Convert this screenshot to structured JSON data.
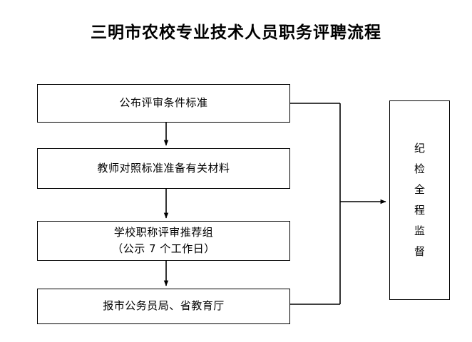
{
  "diagram": {
    "title": "三明市农校专业技术人员职务评聘流程",
    "colors": {
      "stroke": "#000000",
      "fill": "#ffffff",
      "text": "#000000"
    },
    "nodes": [
      {
        "id": "step-1",
        "lines": [
          "公布评审条件标准"
        ]
      },
      {
        "id": "step-2",
        "lines": [
          "教师对照标准准备有关材料"
        ]
      },
      {
        "id": "step-3",
        "lines": [
          "学校职称评审推荐组",
          "（公示 7 个工作日）"
        ]
      },
      {
        "id": "step-4",
        "lines": [
          "报市公务员局、省教育厅"
        ]
      }
    ],
    "side_node": {
      "id": "supervision",
      "text": "纪检全程监督",
      "orientation": "vertical",
      "chars": [
        "纪",
        "检",
        "全",
        "程",
        "监",
        "督"
      ]
    },
    "connectors": [
      {
        "from": "step-1",
        "to": "step-2",
        "type": "arrow-down"
      },
      {
        "from": "step-2",
        "to": "step-3",
        "type": "arrow-down"
      },
      {
        "from": "step-3",
        "to": "step-4",
        "type": "arrow-down"
      },
      {
        "from": "step-1",
        "to": "supervision",
        "type": "bracket-right-arrow"
      },
      {
        "from": "step-4",
        "to": "supervision",
        "type": "bracket-right-arrow"
      }
    ]
  }
}
